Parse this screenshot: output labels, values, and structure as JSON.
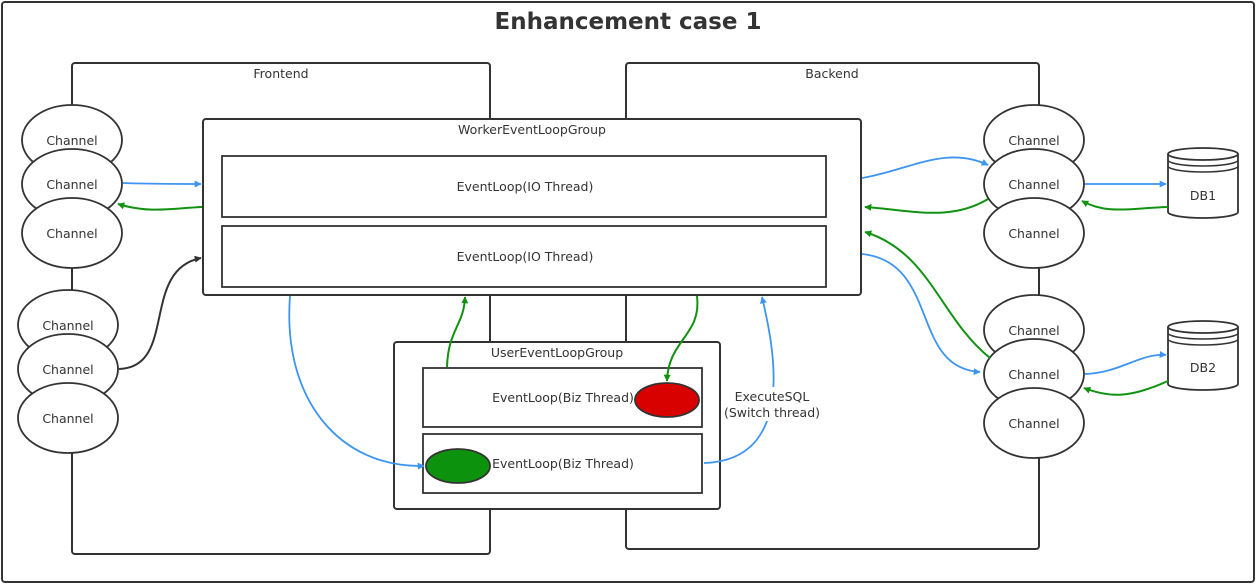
{
  "title": "Enhancement case 1",
  "frontend": {
    "label": "Frontend",
    "channels": [
      "Channel",
      "Channel",
      "Channel",
      "Channel",
      "Channel",
      "Channel"
    ]
  },
  "backend": {
    "label": "Backend",
    "channels": [
      "Channel",
      "Channel",
      "Channel",
      "Channel",
      "Channel",
      "Channel"
    ]
  },
  "worker_group": {
    "label": "WorkerEventLoopGroup",
    "loops": [
      "EventLoop(IO Thread)",
      "EventLoop(IO Thread)"
    ]
  },
  "user_group": {
    "label": "UserEventLoopGroup",
    "loops": [
      "EventLoop(Biz Thread)",
      "EventLoop(Biz Thread)"
    ]
  },
  "databases": [
    "DB1",
    "DB2"
  ],
  "annotation": {
    "line1": "ExecuteSQL",
    "line2": "(Switch thread)"
  },
  "colors": {
    "request_arrow": "#3d95f0",
    "response_arrow": "#119211",
    "neutral_arrow": "#333333",
    "red_thread": "#d90000",
    "green_thread": "#0c920c"
  }
}
